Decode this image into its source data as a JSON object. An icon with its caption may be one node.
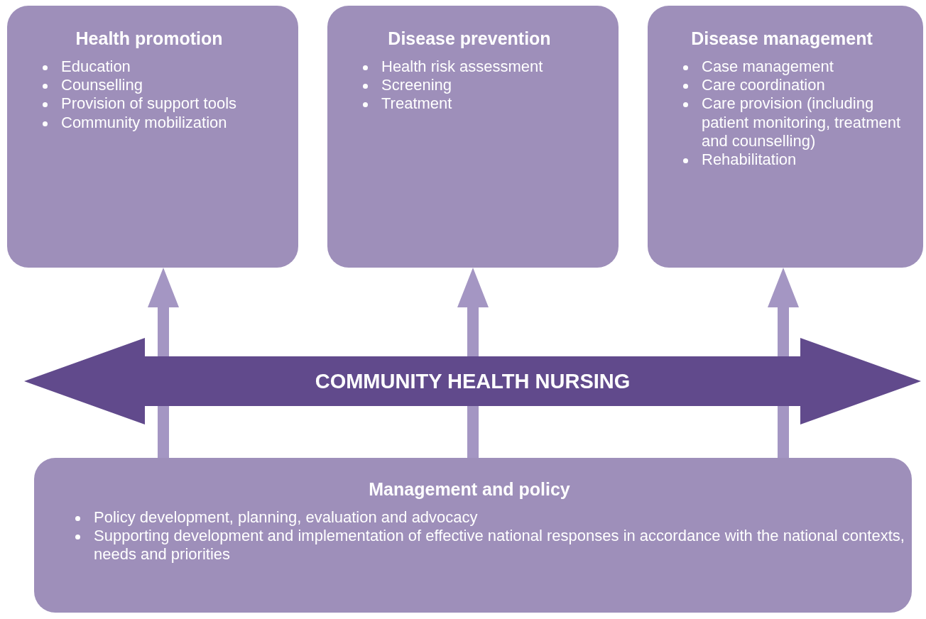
{
  "diagram": {
    "nodes": [
      {
        "text": [
          "Health promotion",
          "Education",
          "Counselling",
          "Provision of support tools",
          "Community mobilization"
        ]
      },
      {
        "text": [
          "Disease prevention",
          "Health risk assessment",
          "Screening",
          "Treatment"
        ]
      },
      {
        "text": [
          "Disease management",
          "Case management",
          "Care coordination",
          "Care provision (including patient monitoring, treatment and counselling)",
          "Rehabilitation"
        ]
      },
      {
        "text": [
          "COMMUNITY HEALTH NURSING"
        ]
      },
      {
        "text": [
          "Management and policy",
          "Policy development, planning, evaluation and advocacy",
          "Supporting development and implementation of effective national responses in accordance with the national contexts, needs and priorities"
        ]
      }
    ],
    "edges": [
      {
        "from": 4,
        "to": 0,
        "arrow": "to"
      },
      {
        "from": 4,
        "to": 1,
        "arrow": "to"
      },
      {
        "from": 4,
        "to": 2,
        "arrow": "to"
      }
    ]
  }
}
